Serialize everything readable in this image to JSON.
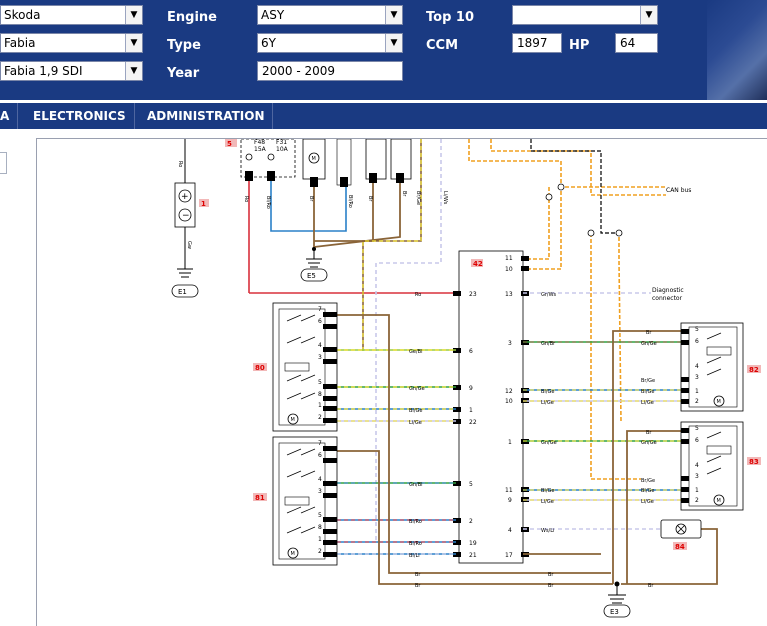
{
  "header": {
    "make_select": "Skoda",
    "model_select": "Fabia",
    "variant_select": "Fabia 1,9 SDI",
    "engine_label": "Engine",
    "engine_value": "ASY",
    "type_label": "Type",
    "type_value": "6Y",
    "year_label": "Year",
    "year_value": "2000 - 2009",
    "top10_label": "Top 10",
    "top10_value": "",
    "ccm_label": "CCM",
    "ccm_value": "1897",
    "hp_label": "HP",
    "hp_value": "64"
  },
  "nav": {
    "tab_partial": "A",
    "tab_electronics": "ELECTRONICS",
    "tab_administration": "ADMINISTRATION"
  },
  "diagram": {
    "fuses": {
      "badge": "5",
      "f48": "F48",
      "f48_amp": "15A",
      "f31": "F31",
      "f31_amp": "10A"
    },
    "components": {
      "c1": "1",
      "e1": "E1",
      "e5": "E5",
      "e3": "E3",
      "c42": "42",
      "c80": "80",
      "c81": "81",
      "c82": "82",
      "c83": "83",
      "c84": "84"
    },
    "annotations": {
      "can_bus": "CAN bus",
      "diag_1": "Diagnostic",
      "diag_2": "connector"
    },
    "wires": {
      "ro_top": "Ro",
      "gw_left": "Gw",
      "ro_v1": "Ro",
      "bl_ro_v": "Bl/Ro",
      "br_v1": "Br",
      "bl_ro_v2": "Bl/Ro",
      "br_v2": "Br",
      "br_v3": "Br",
      "br_ge_v": "Br/Ge",
      "li_ws_v": "Li/Ws",
      "ro": "Ro",
      "gr_ws": "Gr/Ws",
      "ge_bl": "Ge/Bl",
      "gn_br": "Gn/Br",
      "gn_ge_a": "Gn/Ge",
      "bl_ge_a": "Bl/Ge",
      "bl_ge_b": "Bl/Ge",
      "li_ge_a": "Li/Ge",
      "li_ge_b": "Li/Ge",
      "gn_ge_b": "Gn/Ge",
      "gn_bl": "Gn/Bl",
      "bl_ge_c": "Bl/Ge",
      "li_ge_c": "Li/Ge",
      "ws_li": "Ws/Li",
      "bl_ro_a": "Bl/Ro",
      "bl_ro_b": "Bl/Ro",
      "bl_li": "Bl/Li",
      "br_a": "Br",
      "br_b": "Br",
      "br_c": "Br",
      "br_d": "Br",
      "br_r1": "Br",
      "gn_ge_r1": "Gn/Ge",
      "br_ge_r1": "Br/Ge",
      "bl_ge_r1": "Bl/Ge",
      "li_ge_r1": "Li/Ge",
      "br_r2": "Br",
      "gn_ge_r2": "Gn/Ge",
      "br_ge_r2": "Br/Ge",
      "bl_ge_r2": "Bl/Ge",
      "li_ge_r2": "Li/Ge"
    },
    "ecu_pins": {
      "p11a": "11",
      "p10a": "10",
      "p23": "23",
      "p13": "13",
      "p6": "6",
      "p3": "3",
      "p9": "9",
      "p12": "12",
      "p10b": "10",
      "p1a": "1",
      "p22": "22",
      "p1b": "1",
      "p5": "5",
      "p11b": "11",
      "p9b": "9",
      "p2": "2",
      "p4": "4",
      "p19": "19",
      "p21": "21",
      "p17": "17"
    },
    "switch80_pins": [
      "7",
      "6",
      "4",
      "3",
      "5",
      "8",
      "1",
      "2"
    ],
    "switch81_pins": [
      "7",
      "6",
      "4",
      "3",
      "5",
      "8",
      "1",
      "2"
    ],
    "switch82_pins": [
      "5",
      "6",
      "4",
      "3",
      "1",
      "2"
    ],
    "switch83_pins": [
      "5",
      "6",
      "4",
      "3",
      "1",
      "2"
    ]
  }
}
